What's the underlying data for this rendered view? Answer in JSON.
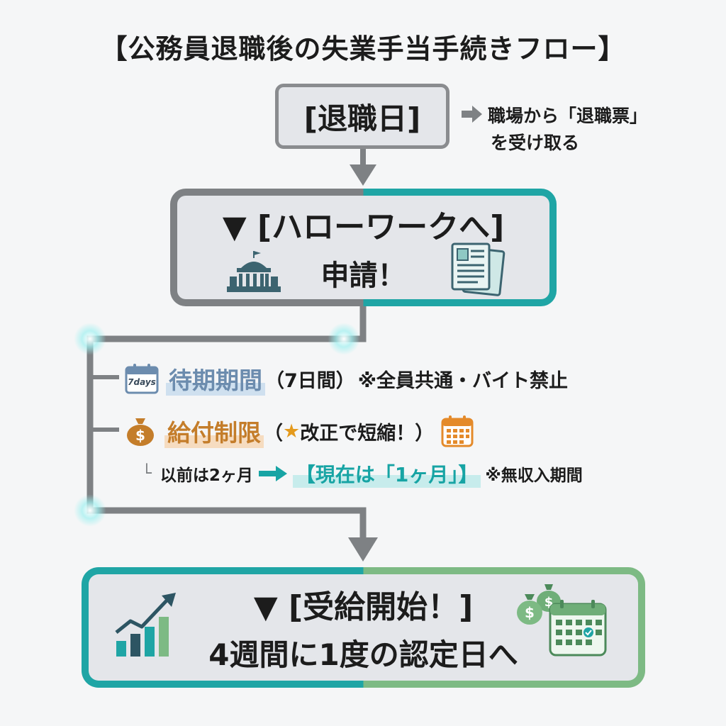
{
  "title": "【公務員退職後の失業手当手続きフロー】",
  "step1": {
    "label": "[退職日]",
    "note_line1": "職場から「退職票」",
    "note_line2": "を受け取る"
  },
  "step2": {
    "line1": "▼ [ハローワークへ]",
    "line2": "申請！"
  },
  "waiting": {
    "icon_text": "7days",
    "label": "待期期間",
    "detail": "（7日間）",
    "note": "※全員共通・バイト禁止"
  },
  "restriction": {
    "label": "給付制限",
    "paren_open": "（",
    "star": "★",
    "detail": "改正で短縮！）",
    "sub_prefix": "└",
    "sub_before": "以前は2ヶ月",
    "sub_now": "【現在は「1ヶ月」】",
    "sub_note": "※無収入期間"
  },
  "step3": {
    "line1": "▼ [受給開始！]",
    "line2": "4週間に1度の認定日へ"
  },
  "colors": {
    "gray": "#7e8184",
    "teal": "#1fa5a5",
    "green": "#7dba84",
    "blue_hl": "#6c8cae",
    "orange_hl": "#c47d2a"
  }
}
